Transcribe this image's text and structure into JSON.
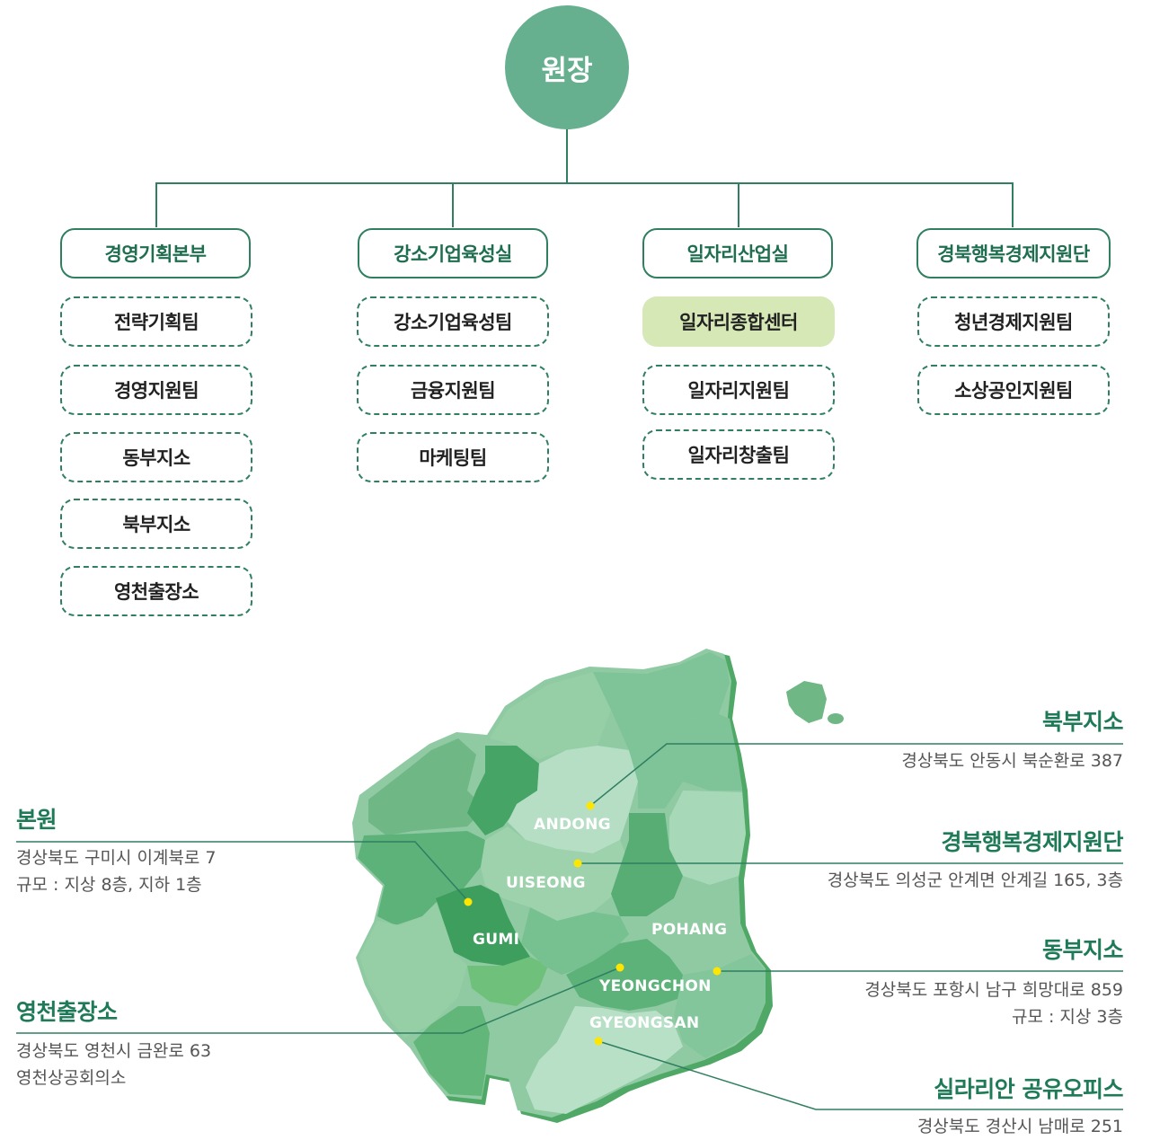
{
  "org": {
    "director": "원장",
    "departments": [
      {
        "name": "경영기획본부",
        "teams": [
          "전략기획팀",
          "경영지원팀",
          "동부지소",
          "북부지소",
          "영천출장소"
        ]
      },
      {
        "name": "강소기업육성실",
        "teams": [
          "강소기업육성팀",
          "금융지원팀",
          "마케팅팀"
        ]
      },
      {
        "name": "일자리산업실",
        "teams": [
          "일자리종합센터",
          "일자리지원팀",
          "일자리창출팀"
        ]
      },
      {
        "name": "경북행복경제지원단",
        "teams": [
          "청년경제지원팀",
          "소상공인지원팀"
        ]
      }
    ]
  },
  "map": {
    "regions": [
      "ANDONG",
      "UISEONG",
      "GUMI",
      "POHANG",
      "YEONGCHON",
      "GYEONGSAN"
    ]
  },
  "locations": [
    {
      "title": "본원",
      "lines": [
        "경상북도 구미시 이계북로 7",
        "규모 : 지상 8층, 지하 1층"
      ]
    },
    {
      "title": "영천출장소",
      "lines": [
        "경상북도 영천시 금완로 63",
        "영천상공회의소"
      ]
    },
    {
      "title": "북부지소",
      "lines": [
        "경상북도 안동시 북순환로 387"
      ]
    },
    {
      "title": "경북행복경제지원단",
      "lines": [
        "경상북도 의성군 안계면 안계길 165, 3층"
      ]
    },
    {
      "title": "동부지소",
      "lines": [
        "경상북도 포항시 남구 희망대로 859",
        "규모 : 지상 3층"
      ]
    },
    {
      "title": "실라리안 공유오피스",
      "lines": [
        "경상북도 경산시 남매로 251"
      ]
    }
  ],
  "colors": {
    "primary": "#2f7f60",
    "director": "#66b08f",
    "highlight": "#d6e8b6",
    "marker": "#ffe600"
  }
}
